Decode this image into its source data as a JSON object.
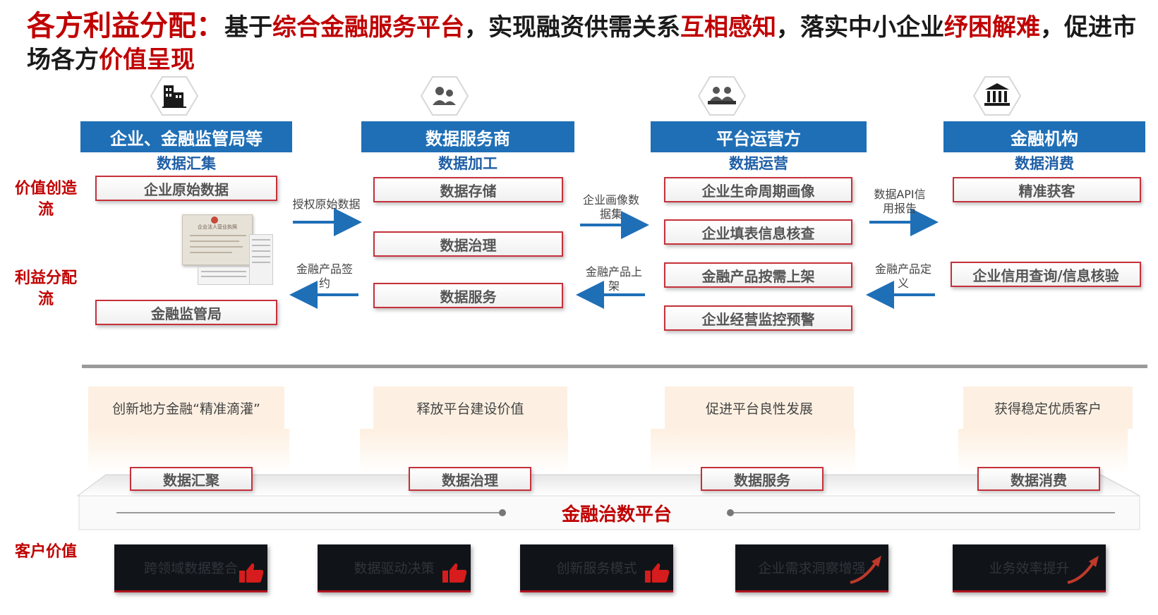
{
  "title": {
    "lead": "各方利益分配：",
    "segments": [
      {
        "text": "基于",
        "red": false
      },
      {
        "text": "综合金融服务平台",
        "red": true
      },
      {
        "text": "，实现融资供需关系",
        "red": false
      },
      {
        "text": "互相感知",
        "red": true
      },
      {
        "text": "，落实中小企业",
        "red": false
      },
      {
        "text": "纾困解难",
        "red": true
      },
      {
        "text": "，促进市场各方",
        "red": false
      },
      {
        "text": "价值呈现",
        "red": true
      }
    ]
  },
  "side_labels": {
    "value_creation": "价值创造流",
    "benefit_distribution": "利益分配流",
    "customer_value": "客户价值"
  },
  "columns": [
    {
      "header": "企业、金融监管局等",
      "sub": "数据汇集",
      "icon": "building-icon",
      "boxes": [
        "企业原始数据",
        "金融监管局"
      ]
    },
    {
      "header": "数据服务商",
      "sub": "数据加工",
      "icon": "people-icon",
      "boxes": [
        "数据存储",
        "数据治理",
        "数据服务"
      ]
    },
    {
      "header": "平台运营方",
      "sub": "数据运营",
      "icon": "operators-icon",
      "boxes": [
        "企业生命周期画像",
        "企业填表信息核查",
        "金融产品按需上架",
        "企业经营监控预警"
      ]
    },
    {
      "header": "金融机构",
      "sub": "数据消费",
      "icon": "bank-icon",
      "boxes": [
        "精准获客",
        "企业信用查询/信息核验"
      ]
    }
  ],
  "arrows": {
    "a1_right": "授权原始数据",
    "a1_left": "金融产品签约",
    "a2_right": "企业画像数据集",
    "a2_left": "金融产品上架",
    "a3_right": "数据API信用报告",
    "a3_left": "金融产品定义"
  },
  "license_image_label": "企业法人营业执照",
  "values": [
    "创新地方金融“精准滴灌”",
    "释放平台建设价值",
    "促进平台良性发展",
    "获得稳定优质客户"
  ],
  "platform": {
    "title": "金融治数平台",
    "stages": [
      "数据汇聚",
      "数据治理",
      "数据服务",
      "数据消费"
    ]
  },
  "customer_cards": [
    {
      "text": "跨领域数据整合",
      "icon": "thumbs-up-icon"
    },
    {
      "text": "数据驱动决策",
      "icon": "thumbs-up-icon"
    },
    {
      "text": "创新服务模式",
      "icon": "thumbs-up-icon"
    },
    {
      "text": "企业需求洞察增强",
      "icon": "trend-arrow-icon"
    },
    {
      "text": "业务效率提升",
      "icon": "trend-arrow-icon"
    }
  ],
  "colors": {
    "accent_red": "#c00000",
    "header_blue": "#1f6fb7",
    "sub_blue": "#1f5fa6",
    "value_bg": "#fdf0e2",
    "card_dark": "#101418"
  }
}
